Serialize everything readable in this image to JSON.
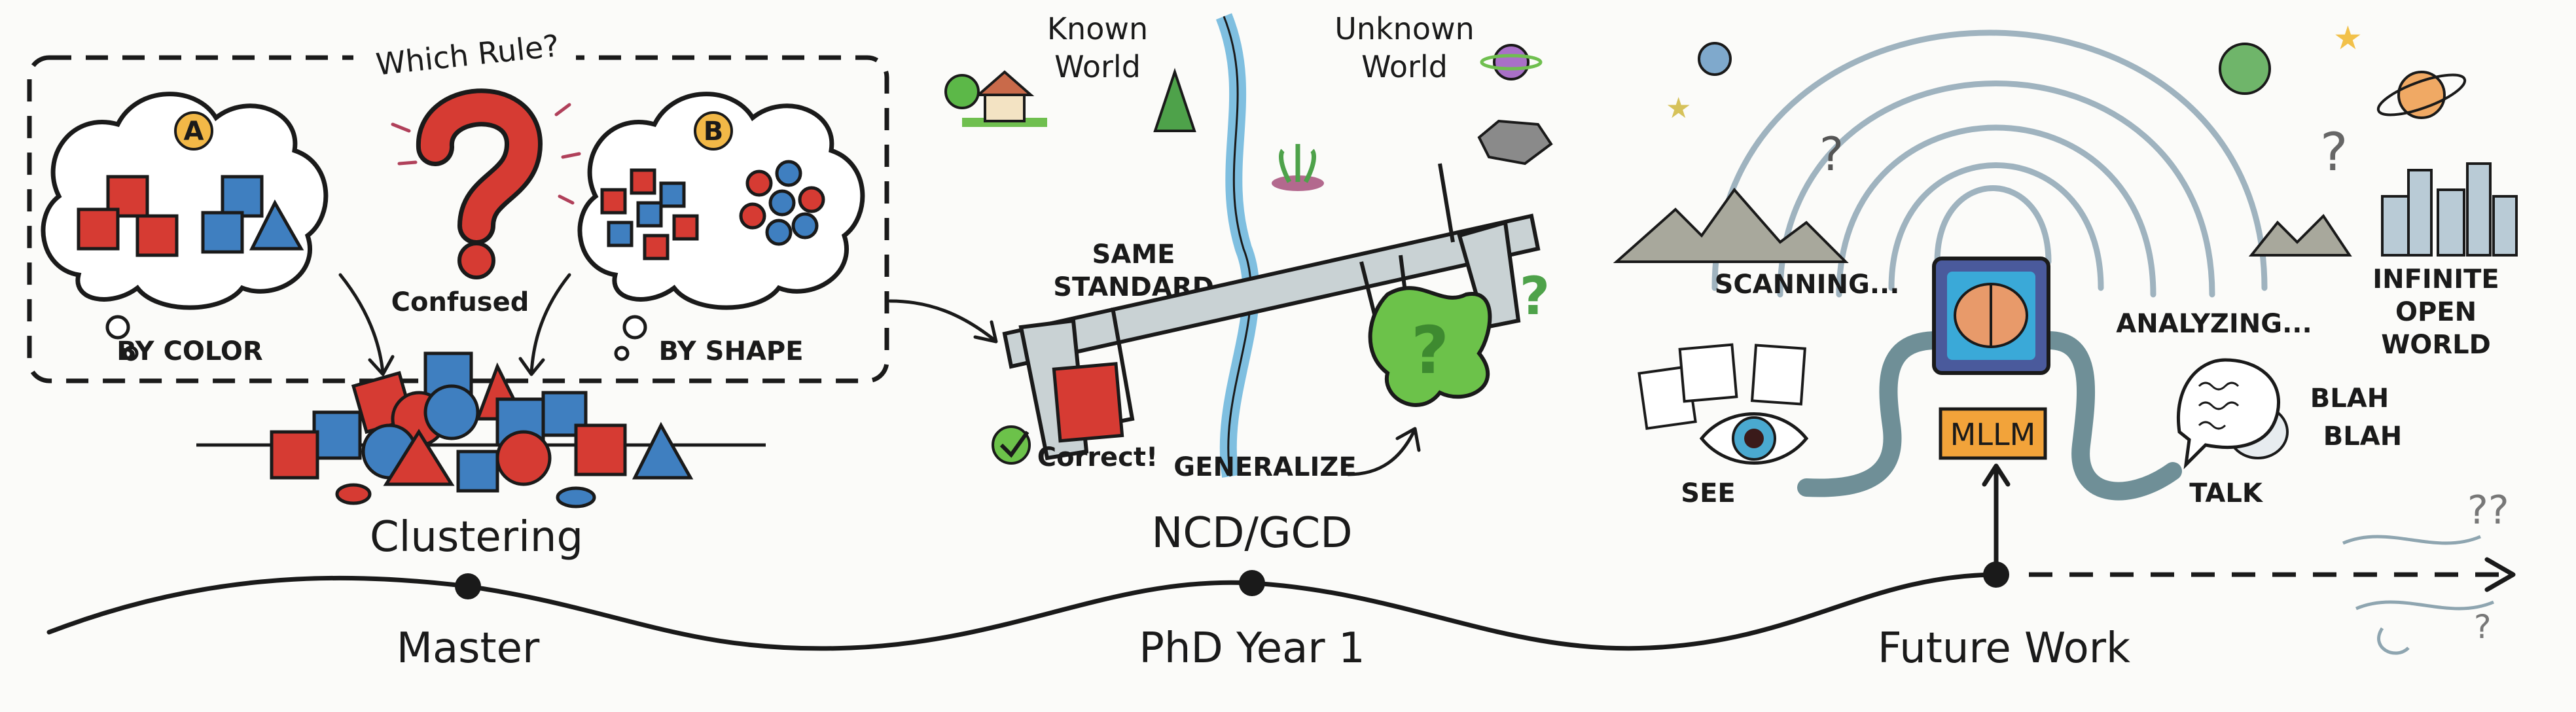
{
  "timeline": {
    "milestones": [
      {
        "label": "Master",
        "topic": "Clustering"
      },
      {
        "label": "PhD Year 1",
        "topic": "NCD/GCD"
      },
      {
        "label": "Future Work",
        "topic": "MLLM"
      }
    ]
  },
  "clustering": {
    "question": "Which Rule?",
    "confused": "Confused",
    "option_a": {
      "badge": "A",
      "caption": "BY COLOR"
    },
    "option_b": {
      "badge": "B",
      "caption": "BY SHAPE"
    }
  },
  "ncd_gcd": {
    "known": [
      "Known",
      "World"
    ],
    "unknown": [
      "Unknown",
      "World"
    ],
    "standard": [
      "SAME",
      "STANDARD"
    ],
    "correct": "Correct!",
    "generalize": "GENERALIZE"
  },
  "future": {
    "scanning": "SCANNING...",
    "analyzing": "ANALYZING...",
    "open_world": [
      "INFINITE",
      "OPEN",
      "WORLD"
    ],
    "see": "SEE",
    "talk": "TALK",
    "blah": [
      "BLAH",
      "BLAH"
    ],
    "model": "MLLM"
  },
  "colors": {
    "red": "#d63b33",
    "blue": "#3f7fc0",
    "green": "#5cb848",
    "orange": "#f2a33a",
    "chip": "#3aa9d8"
  }
}
